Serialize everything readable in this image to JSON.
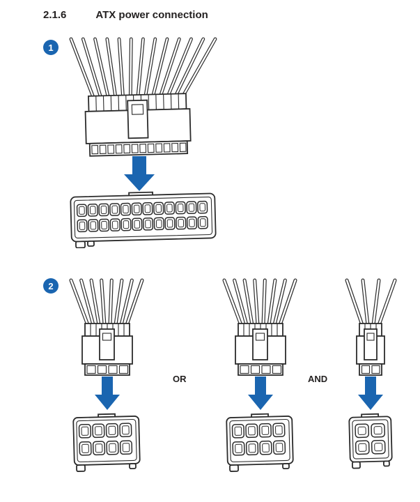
{
  "page": {
    "section_number": "2.1.6",
    "section_title": "ATX power connection",
    "steps": [
      {
        "number": "1"
      },
      {
        "number": "2"
      }
    ],
    "labels": {
      "or": "OR",
      "and": "AND"
    }
  },
  "colors": {
    "accent_blue": "#1a65b0",
    "heading_text": "#221f1f",
    "line_art": "#2b2b2b",
    "page_background": "#ffffff"
  }
}
